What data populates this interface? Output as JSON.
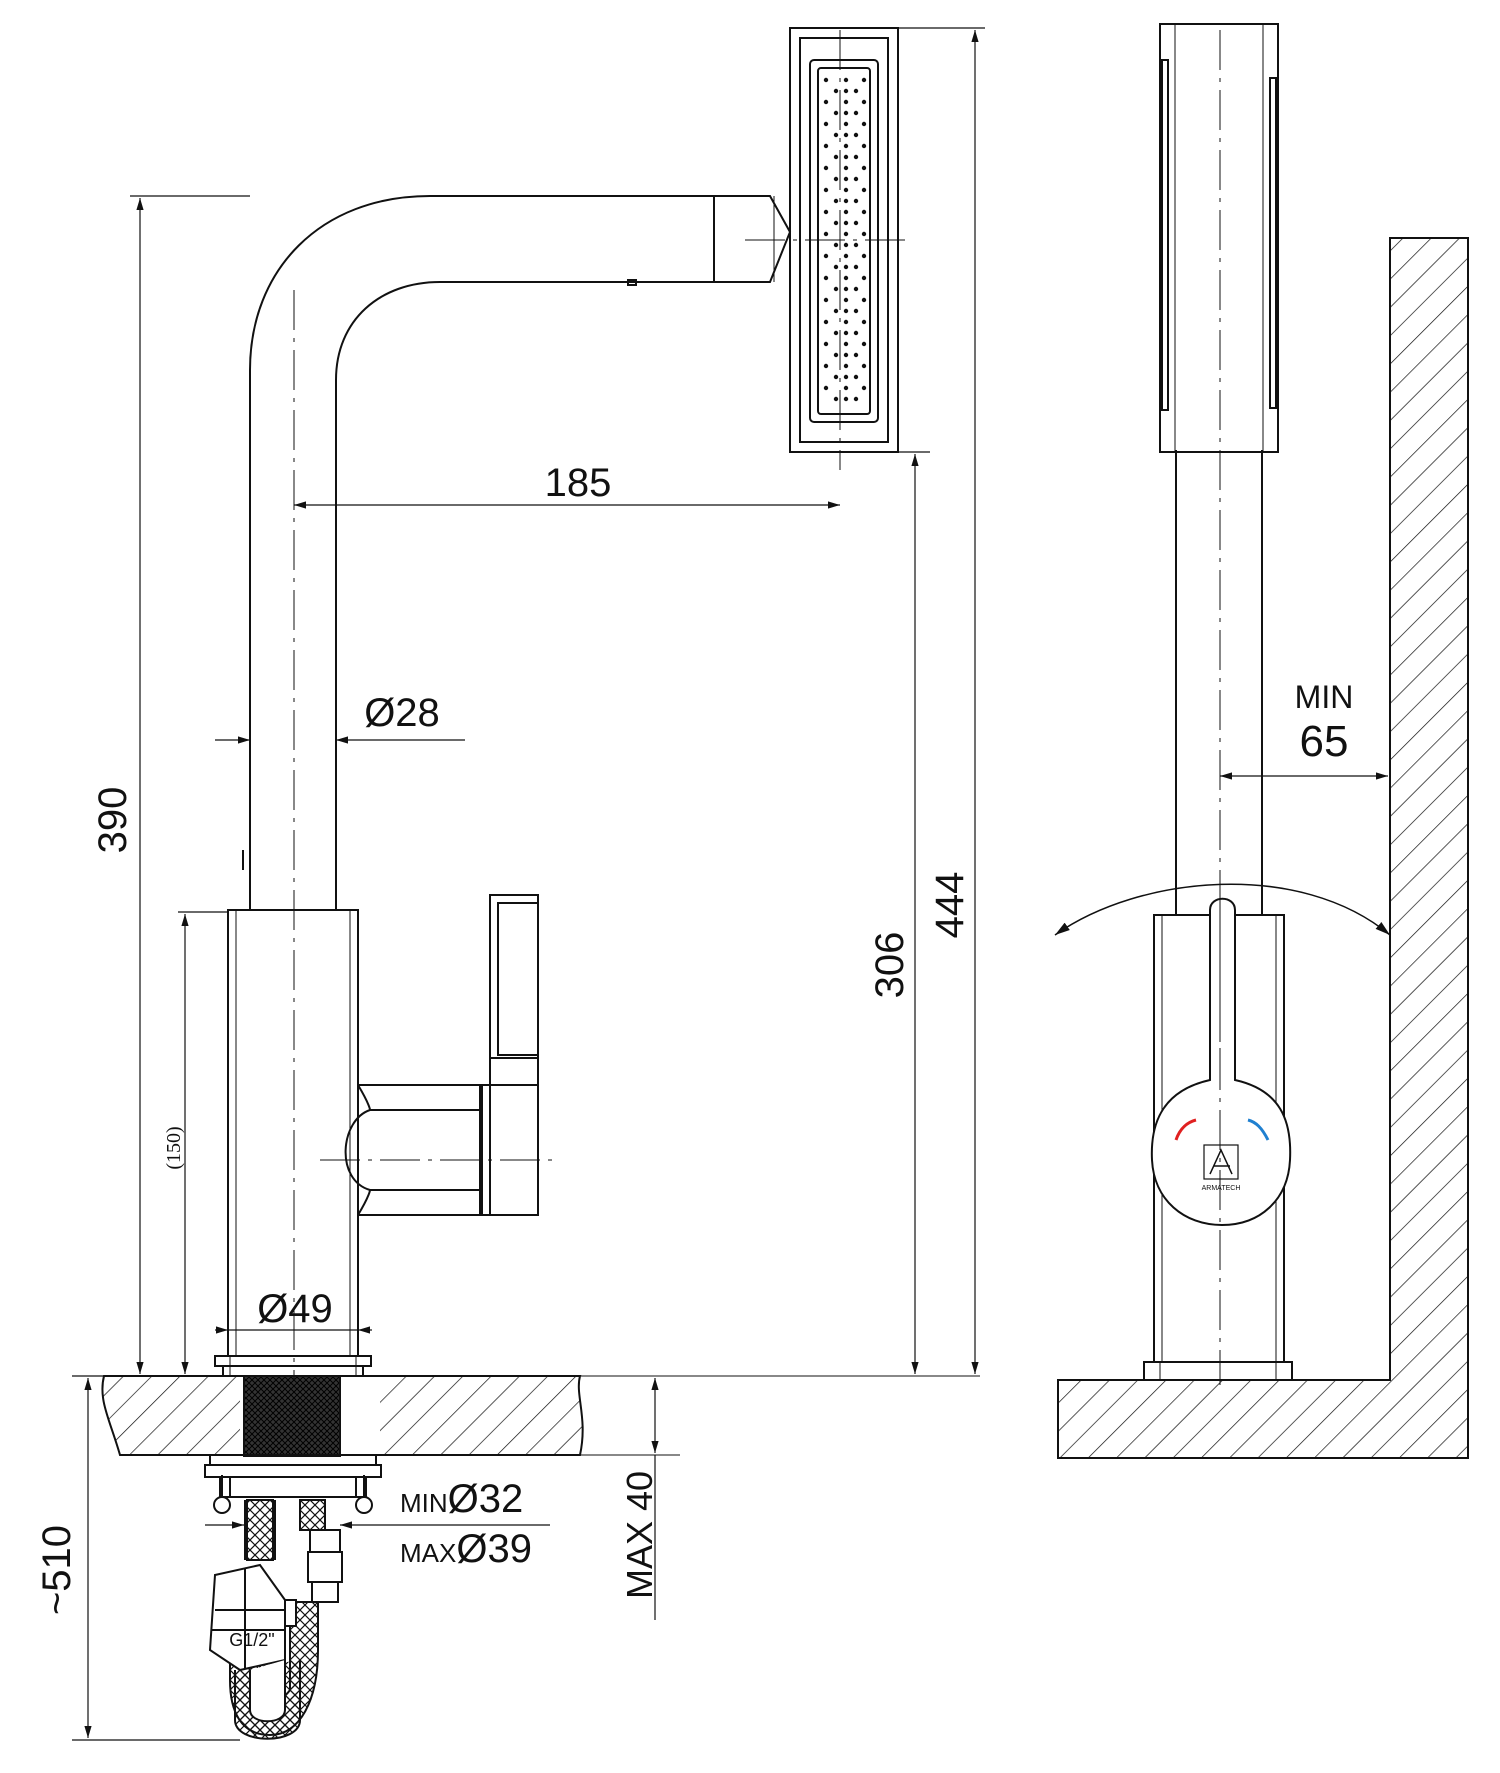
{
  "dimensions": {
    "spout_reach": "185",
    "pipe_diameter": "Ø28",
    "total_height_390": "390",
    "body_height_150": "(150)",
    "body_diameter": "Ø49",
    "spray_bottom_height": "306",
    "overall_height": "444",
    "hole_min_label": "MIN",
    "hole_min_value": "Ø32",
    "hole_max_label": "MAX",
    "hole_max_value": "Ø39",
    "counter_thickness": "MAX 40",
    "hose_length": "~510",
    "connection_thread": "G1/2\"",
    "wall_min_label": "MIN",
    "wall_min_value": "65"
  },
  "logo": {
    "brand_text": "ARMATECH"
  },
  "colors": {
    "line": "#111111",
    "hot": "#e02020",
    "cold": "#2080d0"
  }
}
